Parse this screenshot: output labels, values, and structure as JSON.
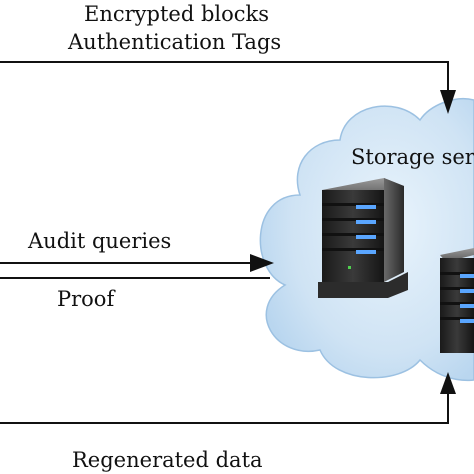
{
  "labels": {
    "top_line1": "Encrypted blocks",
    "top_line2": "Authentication Tags",
    "storage": "Storage serv",
    "audit": "Audit queries",
    "proof": "Proof",
    "regenerated": "Regenerated data"
  }
}
